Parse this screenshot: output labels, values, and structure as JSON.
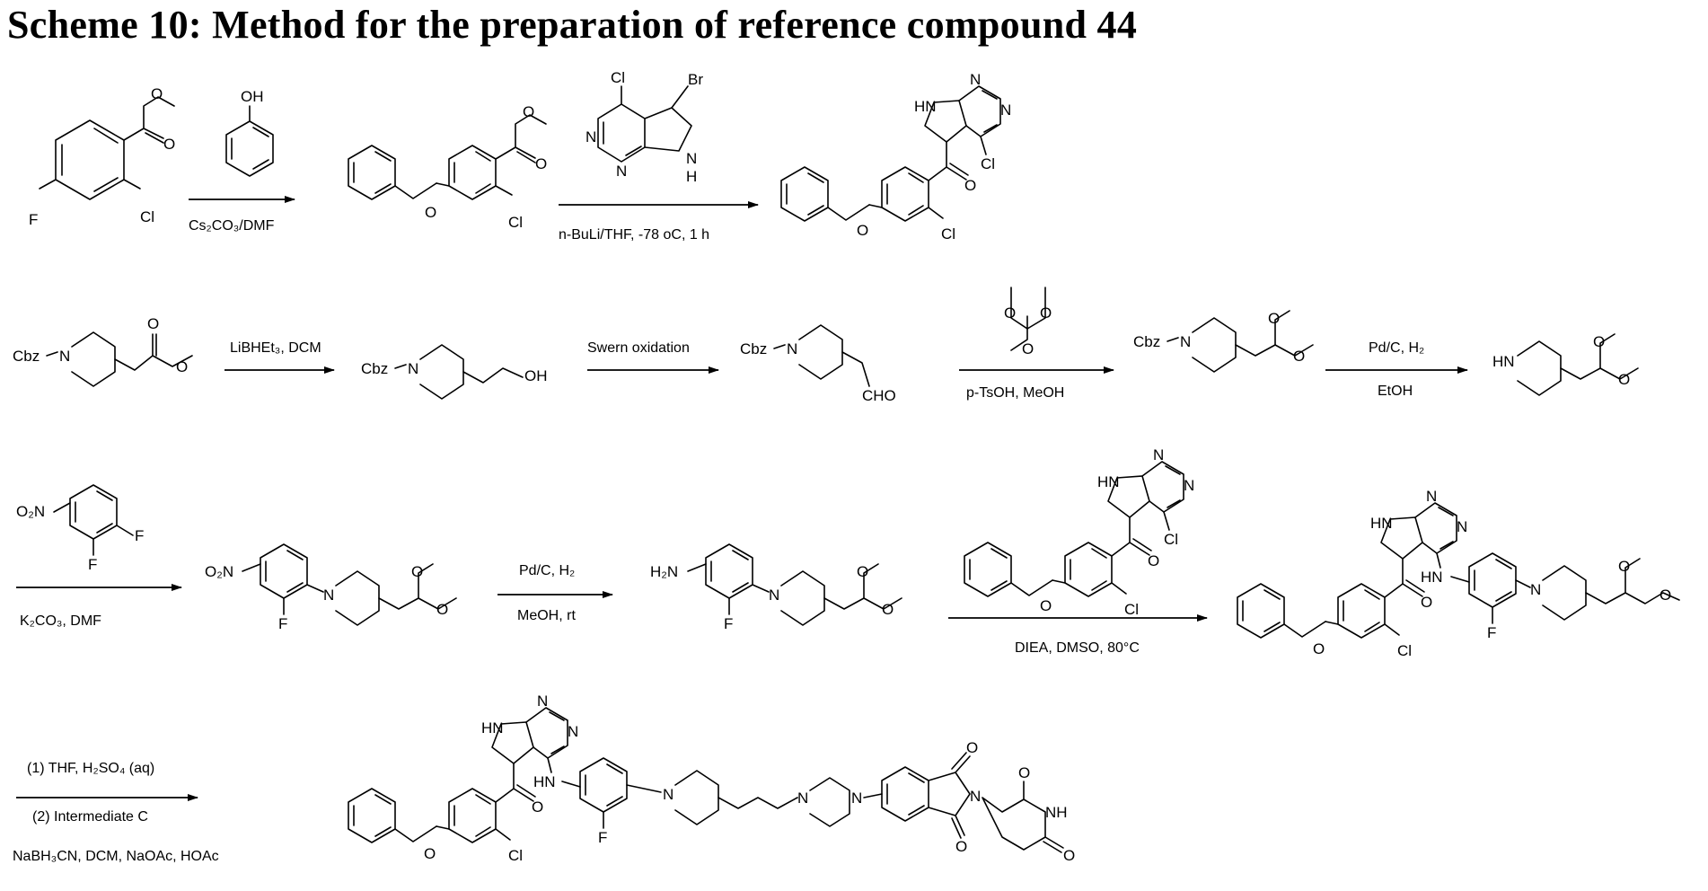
{
  "title": "Scheme 10: Method for the preparation of reference compound 44",
  "atoms": {
    "o": "O",
    "oh": "OH",
    "f": "F",
    "cl": "Cl",
    "br": "Br",
    "n": "N",
    "hn": "HN",
    "h": "H",
    "cbz": "Cbz",
    "cho": "CHO",
    "o2n": "O₂N",
    "h2n": "H₂N",
    "nh": "NH"
  },
  "conditions": {
    "step1": "Cs₂CO₃/DMF",
    "step2": "n-BuLi/THF, -78 oC, 1 h",
    "step3": "LiBHEt₃, DCM",
    "step4": "Swern oxidation",
    "step5": "p-TsOH, MeOH",
    "step6_top": "Pd/C, H₂",
    "step6_bottom": "EtOH",
    "step7": "K₂CO₃, DMF",
    "step8_top": "Pd/C, H₂",
    "step8_bottom": "MeOH, rt",
    "step9": "DIEA, DMSO, 80°C",
    "step10_line1": "(1) THF, H₂SO₄ (aq)",
    "step10_line2": "(2) Intermediate C",
    "step10_line3": "NaBH₃CN, DCM, NaOAc, HOAc"
  }
}
